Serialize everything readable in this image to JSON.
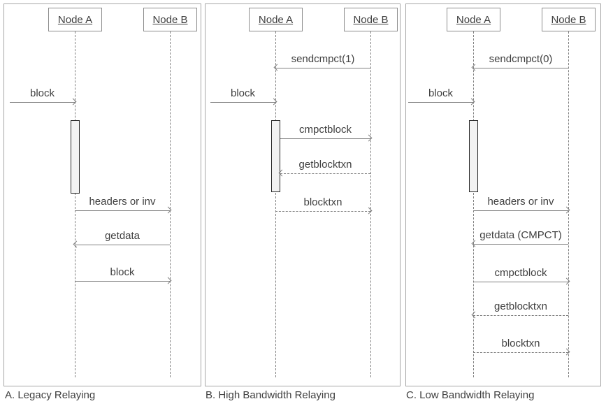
{
  "colors": {
    "line": "#808080",
    "text": "#404040",
    "panel_border": "#a6a6a6",
    "node_border": "#8c8c8c",
    "lifeline": "#858585",
    "activation_fill": "#f2f2f2",
    "activation_border": "#262626",
    "background": "#ffffff"
  },
  "diagram": {
    "panels": [
      {
        "caption": "A. Legacy Relaying",
        "node_a": "Node A",
        "node_b": "Node B",
        "messages": [
          {
            "label": "block",
            "from": "network",
            "to": "Node A",
            "line": "solid"
          },
          {
            "label": "headers or inv",
            "from": "Node A",
            "to": "Node B",
            "line": "solid"
          },
          {
            "label": "getdata",
            "from": "Node B",
            "to": "Node A",
            "line": "solid"
          },
          {
            "label": "block",
            "from": "Node A",
            "to": "Node B",
            "line": "solid"
          }
        ]
      },
      {
        "caption": "B. High Bandwidth Relaying",
        "node_a": "Node A",
        "node_b": "Node B",
        "messages": [
          {
            "label": "sendcmpct(1)",
            "from": "Node B",
            "to": "Node A",
            "line": "solid"
          },
          {
            "label": "block",
            "from": "network",
            "to": "Node A",
            "line": "solid"
          },
          {
            "label": "cmpctblock",
            "from": "Node A",
            "to": "Node B",
            "line": "solid"
          },
          {
            "label": "getblocktxn",
            "from": "Node B",
            "to": "Node A",
            "line": "dashed"
          },
          {
            "label": "blocktxn",
            "from": "Node A",
            "to": "Node B",
            "line": "dashed"
          }
        ]
      },
      {
        "caption": "C. Low Bandwidth Relaying",
        "node_a": "Node A",
        "node_b": "Node B",
        "messages": [
          {
            "label": "sendcmpct(0)",
            "from": "Node B",
            "to": "Node A",
            "line": "solid"
          },
          {
            "label": "block",
            "from": "network",
            "to": "Node A",
            "line": "solid"
          },
          {
            "label": "headers or inv",
            "from": "Node A",
            "to": "Node B",
            "line": "solid"
          },
          {
            "label": "getdata (CMPCT)",
            "from": "Node B",
            "to": "Node A",
            "line": "solid"
          },
          {
            "label": "cmpctblock",
            "from": "Node A",
            "to": "Node B",
            "line": "solid"
          },
          {
            "label": "getblocktxn",
            "from": "Node B",
            "to": "Node A",
            "line": "dashed"
          },
          {
            "label": "blocktxn",
            "from": "Node A",
            "to": "Node B",
            "line": "dashed"
          }
        ]
      }
    ]
  }
}
